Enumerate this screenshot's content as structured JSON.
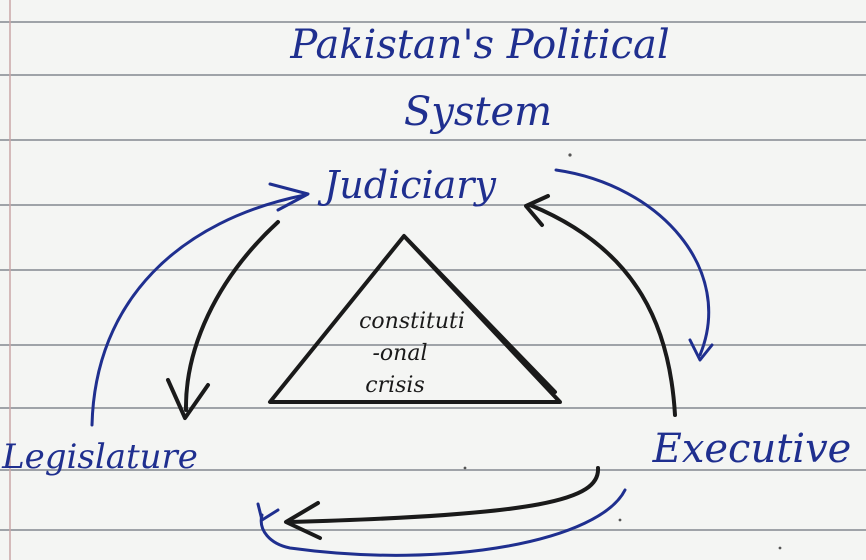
{
  "title_line1": "Pakistan's Political",
  "title_line2": "System",
  "nodes": {
    "top": "Judiciary",
    "left": "Legislature",
    "right": "Executive"
  },
  "center_lines": [
    "constituti",
    "-onal",
    "crisis"
  ],
  "colors": {
    "paper": "#f4f5f3",
    "ruled_line": "#9fa3a8",
    "blue_ink": "#1f2f8f",
    "black_ink": "#1a1a1a"
  }
}
